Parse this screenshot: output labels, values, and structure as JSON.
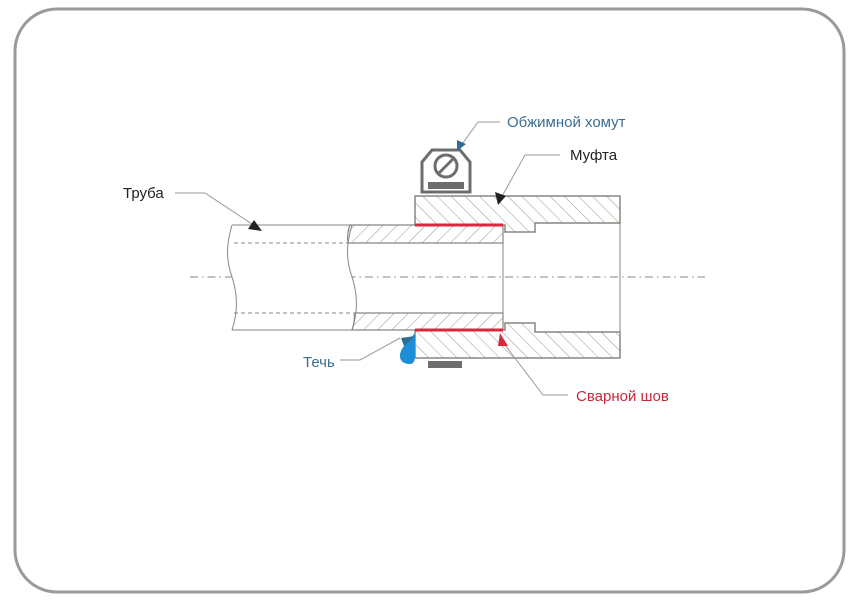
{
  "diagram": {
    "title": "Pipe and coupling joint cross-section",
    "labels": {
      "pipe": "Труба",
      "coupling": "Муфта",
      "clamp": "Обжимной хомут",
      "leak": "Течь",
      "weld": "Сварной шов"
    },
    "colors": {
      "frame": "#9a9a9a",
      "outline": "#8a8580",
      "hatch": "#9a9590",
      "text_dark": "#222222",
      "text_blue": "#3a6e92",
      "text_red": "#c8283c",
      "weld_line": "#d8283c",
      "leak_drop": "#1e8fd6",
      "clamp": "#6d6d6d",
      "leader": "#9a9a9a"
    }
  }
}
